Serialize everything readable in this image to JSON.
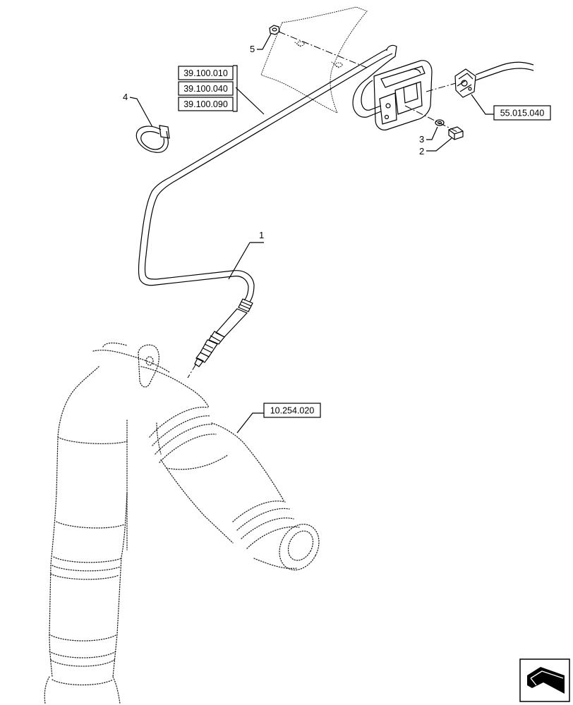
{
  "callouts": {
    "item1": "1",
    "item2": "2",
    "item3": "3",
    "item4": "4",
    "item5": "5"
  },
  "references": {
    "ref_a": "39.100.010",
    "ref_b": "39.100.040",
    "ref_c": "39.100.090",
    "ref_connector": "55.015.040",
    "ref_exhaust": "10.254.020"
  },
  "icons": {
    "nav": "next-page-arrow-icon"
  }
}
